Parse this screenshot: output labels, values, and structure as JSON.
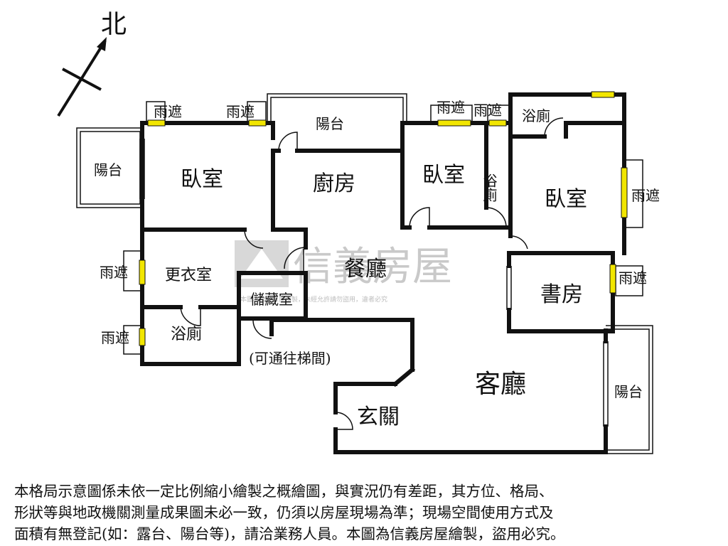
{
  "compass": {
    "label": "北"
  },
  "rooms": {
    "bedroom_nw": "臥室",
    "kitchen": "廚房",
    "bedroom_mid": "臥室",
    "bath_mid": "浴廁",
    "bedroom_e": "臥室",
    "bath_ne": "浴廁",
    "dining": "餐廳",
    "closet_room": "更衣室",
    "storage": "儲藏室",
    "bath_w": "浴廁",
    "study": "書房",
    "living": "客廳",
    "entrance": "玄關"
  },
  "balconies": {
    "west": "陽台",
    "north": "陽台",
    "southeast": "陽台"
  },
  "awnings": {
    "a1": "雨遮",
    "a2": "雨遮",
    "a3": "雨遮",
    "a4": "雨遮",
    "a5": "雨遮",
    "a6": "雨遮",
    "a7": "雨遮",
    "a8": "雨遮"
  },
  "notes": {
    "stairs": "(可通往梯間)"
  },
  "watermark": {
    "brand": "信義房屋",
    "fine_print": "本圖為信義房屋繪製，未經允許請勿盜用，違者必究"
  },
  "disclaimer": {
    "line1": "本格局示意圖係未依一定比例縮小繪製之概繪圖，與實況仍有差距，其方位、格局、",
    "line2": "形狀等與地政機關測量成果圖未必一致，仍須以房屋現場為準；現場空間使用方式及",
    "line3": "面積有無登記(如：露台、陽台等)，請洽業務人員。本圖為信義房屋繪製，盜用必究。"
  },
  "colors": {
    "window_fill": "#f2e600",
    "wall": "#111111",
    "watermark": "#c9c9c9"
  }
}
